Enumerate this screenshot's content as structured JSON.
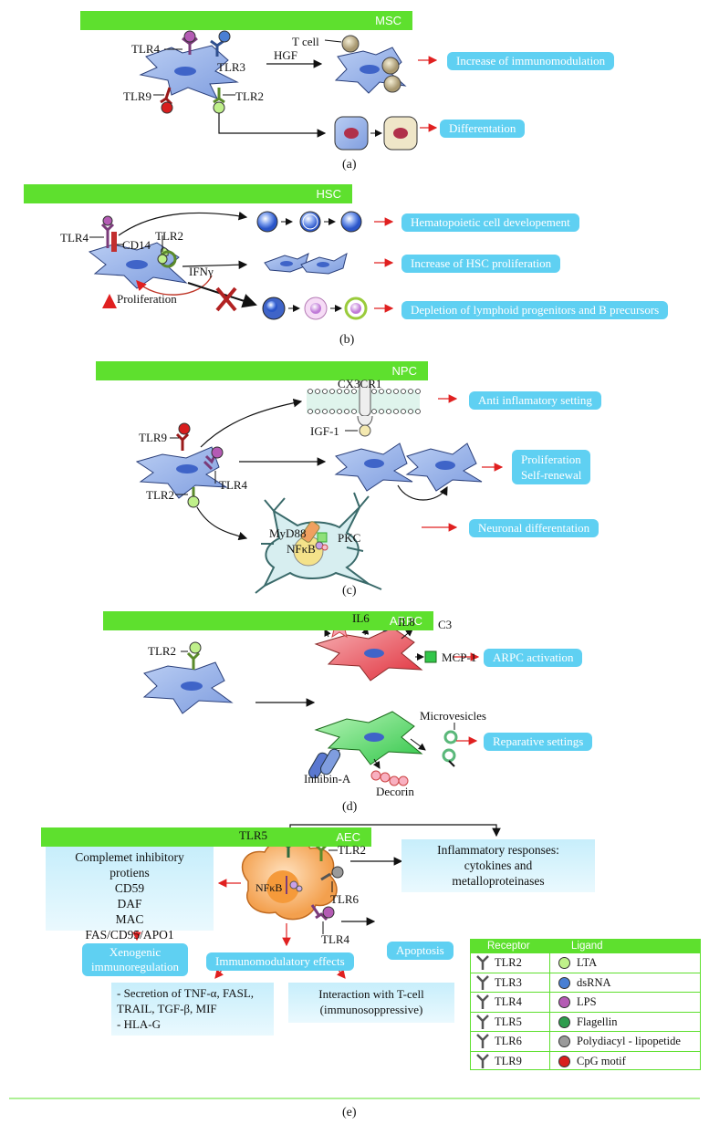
{
  "sections": {
    "msc": {
      "title": "MSC",
      "panel": "(a)",
      "labels": {
        "tlr4": "TLR4",
        "tlr3": "TLR3",
        "tlr9": "TLR9",
        "tlr2": "TLR2",
        "hgf": "HGF",
        "tcell": "T cell"
      },
      "outcomes": [
        "Increase of immunomodulation",
        "Differentation"
      ]
    },
    "hsc": {
      "title": "HSC",
      "panel": "(b)",
      "labels": {
        "tlr4": "TLR4",
        "cd14": "CD14",
        "tlr2": "TLR2",
        "ifn": "IFNγ",
        "proliferation": "Proliferation"
      },
      "outcomes": [
        "Hematopoietic cell developement",
        "Increase of HSC proliferation",
        "Depletion of lymphoid progenitors and B precursors"
      ]
    },
    "npc": {
      "title": "NPC",
      "panel": "(c)",
      "labels": {
        "cx3cr1": "CX3CR1",
        "igf1": "IGF-1",
        "tlr9": "TLR9",
        "tlr4": "TLR4",
        "tlr2": "TLR2",
        "myd88": "MyD88",
        "pkc": "PKC",
        "nfkb": "NFκB"
      },
      "outcomes": [
        "Anti inflamatory setting",
        "Proliferation",
        "Self-renewal",
        "Neuronal differentation"
      ]
    },
    "arpc": {
      "title": "ARPC",
      "panel": "(d)",
      "labels": {
        "tlr2": "TLR2",
        "il6": "IL6",
        "il8": "IL8",
        "c3": "C3",
        "mcp1": "MCP-1",
        "microvesicles": "Microvesicles",
        "inhibin": "Inhibin-A",
        "decorin": "Decorin"
      },
      "outcomes": [
        "ARPC activation",
        "Reparative settings"
      ]
    },
    "aec": {
      "title": "AEC",
      "panel": "(e)",
      "labels": {
        "tlr5": "TLR5",
        "tlr2": "TLR2",
        "tlr6": "TLR6",
        "tlr4": "TLR4",
        "nfkb": "NFκB"
      },
      "complement_box": [
        "Complemet inhibitory",
        "protiens",
        "CD59",
        "DAF",
        "MAC",
        "FAS/CD95/APO1"
      ],
      "inflammatory_box": [
        "Inflammatory responses:",
        "cytokines and",
        "metalloproteinases"
      ],
      "secretion_box": [
        "- Secretion of TNF-α, FASL,",
        "TRAIL, TGF-β, MIF",
        "- HLA-G"
      ],
      "tcell_box": [
        "Interaction with T-cell",
        "(immunosoppressive)"
      ],
      "outcomes": {
        "xeno": [
          "Xenogenic",
          "immunoregulation"
        ],
        "apoptosis": "Apoptosis",
        "immuno": "Immunomodulatory effects"
      }
    }
  },
  "legend": {
    "header": {
      "receptor": "Receptor",
      "ligand": "Ligand"
    },
    "rows": [
      {
        "receptor": "TLR2",
        "ligand": "LTA",
        "color": "#bff08a"
      },
      {
        "receptor": "TLR3",
        "ligand": "dsRNA",
        "color": "#4a7fd4"
      },
      {
        "receptor": "TLR4",
        "ligand": "LPS",
        "color": "#b45bb4"
      },
      {
        "receptor": "TLR5",
        "ligand": "Flagellin",
        "color": "#2e9c4e"
      },
      {
        "receptor": "TLR6",
        "ligand": "Polydiacyl - lipopetide",
        "color": "#9a9a9a"
      },
      {
        "receptor": "TLR9",
        "ligand": "CpG motif",
        "color": "#d81e1e"
      }
    ]
  },
  "colors": {
    "bar": "#5ee02e",
    "pill": "#5fd0f2",
    "cell": "#9db8ec",
    "red_arrow": "#e02020"
  }
}
